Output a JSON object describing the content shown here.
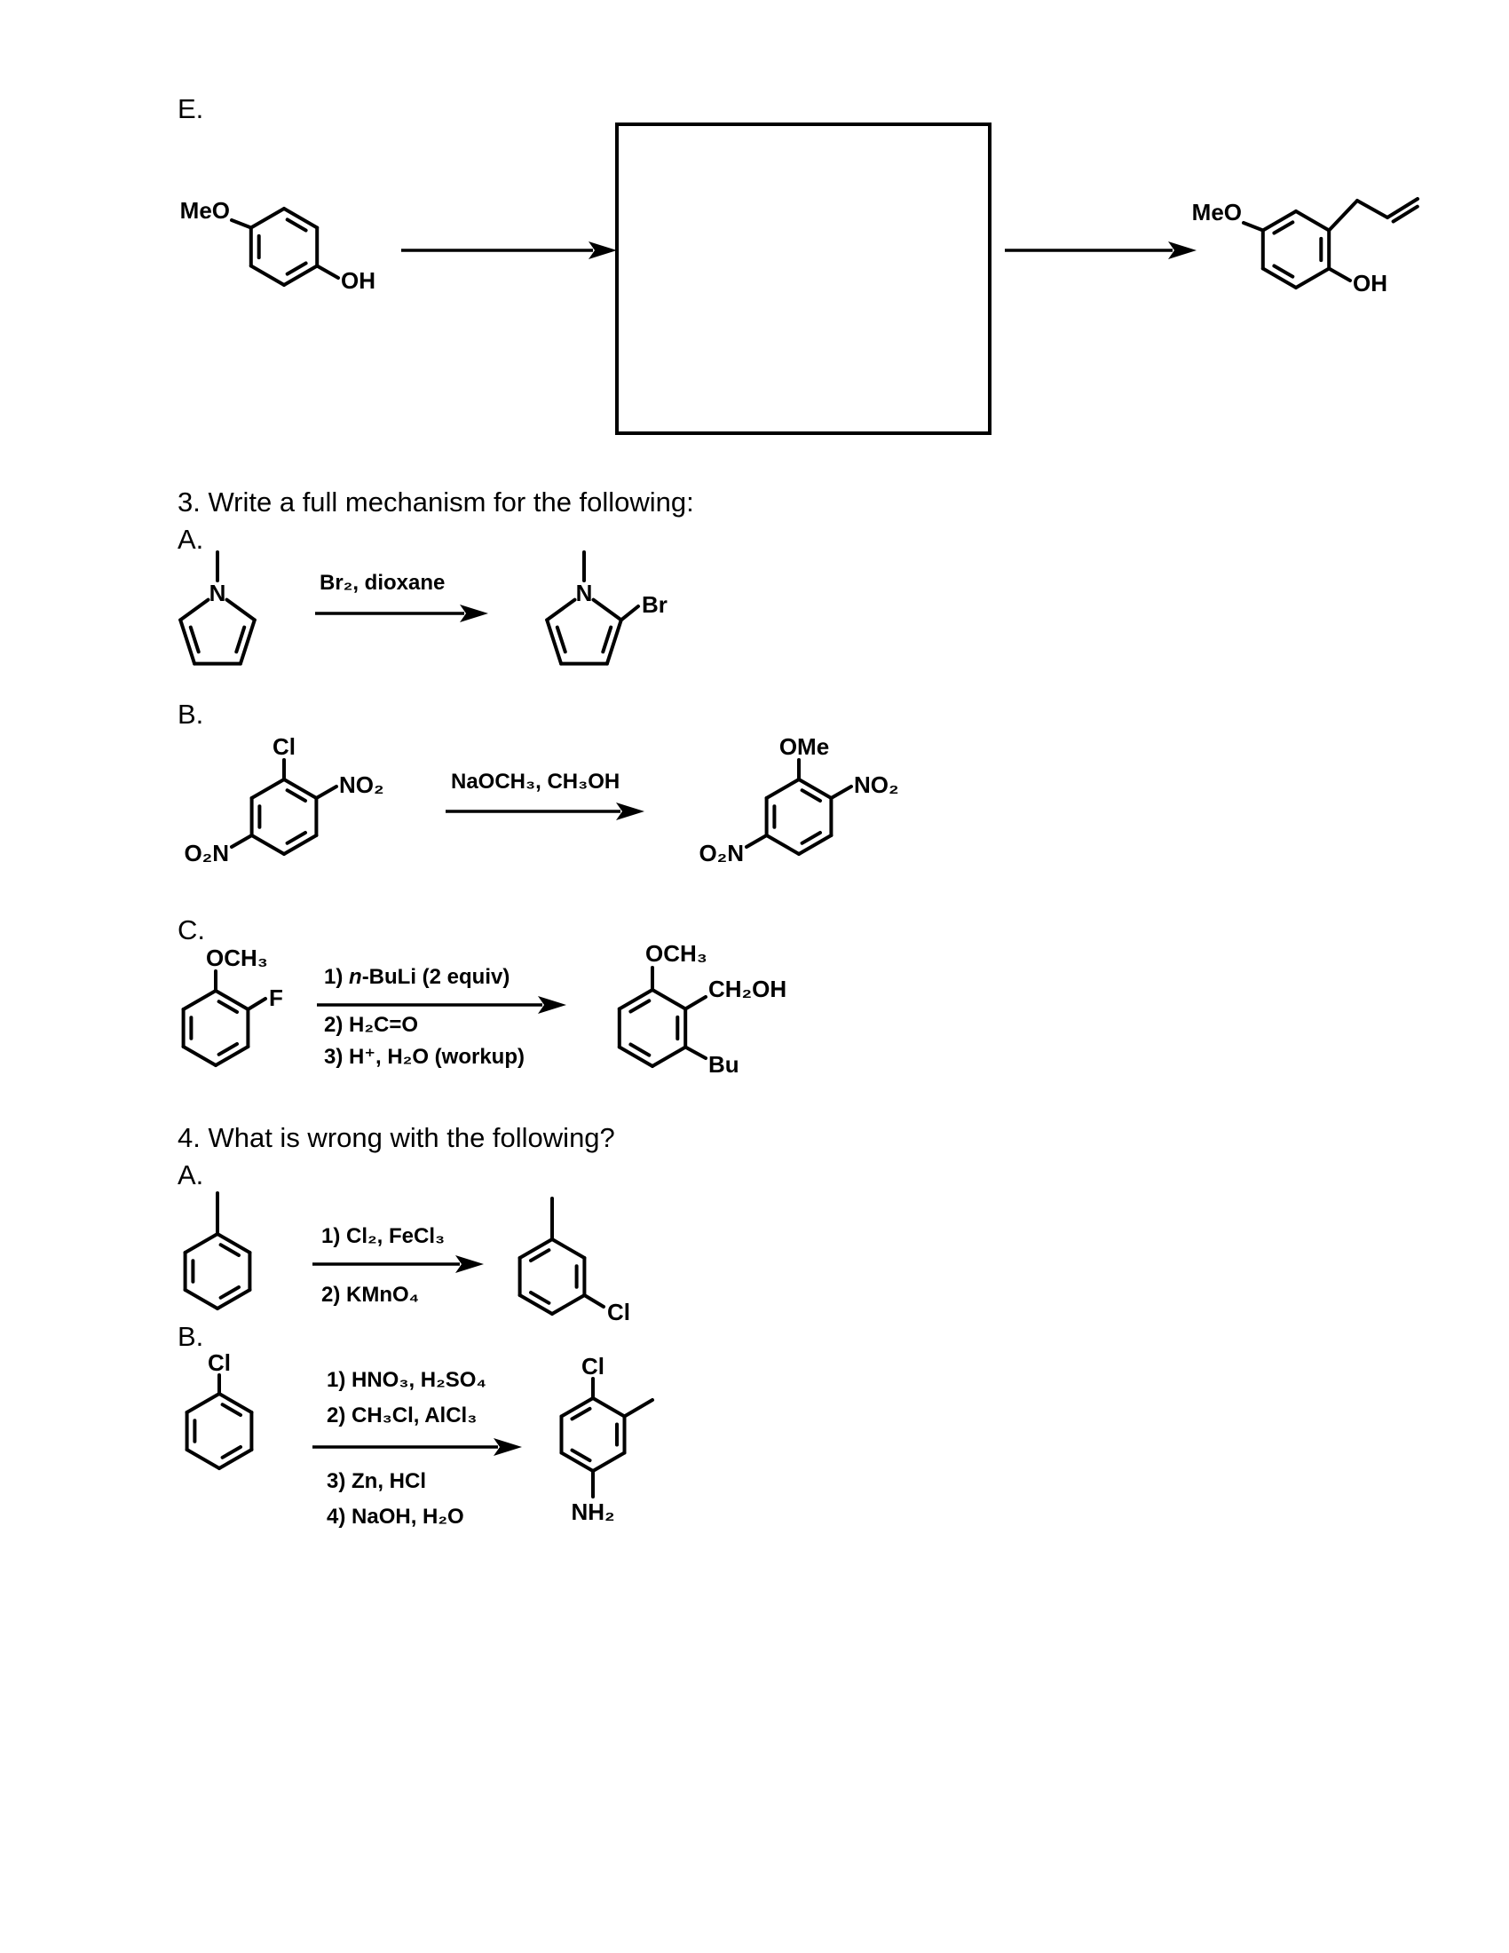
{
  "colors": {
    "ink": "#000000",
    "paper": "#ffffff"
  },
  "section_e": {
    "label": "E.",
    "reactant": {
      "methoxy": "MeO",
      "hydroxyl": "OH"
    },
    "product": {
      "methoxy": "MeO",
      "hydroxyl": "OH"
    }
  },
  "q3": {
    "title": "3. Write a full mechanism for the following:",
    "a": {
      "label": "A.",
      "nitrogen_reactant": "N",
      "reagent": "Br₂, dioxane",
      "nitrogen_product": "N",
      "bromo": "Br"
    },
    "b": {
      "label": "B.",
      "chloro": "Cl",
      "nitro_ortho_reactant": "NO₂",
      "nitro_para_reactant": "O₂N",
      "reagent": "NaOCH₃, CH₃OH",
      "methoxy": "OMe",
      "nitro_ortho_product": "NO₂",
      "nitro_para_product": "O₂N"
    },
    "c": {
      "label": "C.",
      "methoxy_reactant": "OCH₃",
      "fluoro": "F",
      "step1_prefix": "1) ",
      "step1_italic": "n",
      "step1_suffix": "-BuLi (2 equiv)",
      "step2": "2) H₂C=O",
      "step3": "3) H⁺, H₂O (workup)",
      "methoxy_product": "OCH₃",
      "hydroxymethyl": "CH₂OH",
      "butyl": "Bu"
    }
  },
  "q4": {
    "title": "4. What is wrong with the following?",
    "a": {
      "label": "A.",
      "step1": "1) Cl₂, FeCl₃",
      "step2": "2) KMnO₄",
      "chloro": "Cl"
    },
    "b": {
      "label": "B.",
      "chloro_reactant": "Cl",
      "step1": "1) HNO₃, H₂SO₄",
      "step2": "2) CH₃Cl, AlCl₃",
      "step3": "3) Zn, HCl",
      "step4": "4) NaOH, H₂O",
      "chloro_product": "Cl",
      "amino": "NH₂"
    }
  }
}
